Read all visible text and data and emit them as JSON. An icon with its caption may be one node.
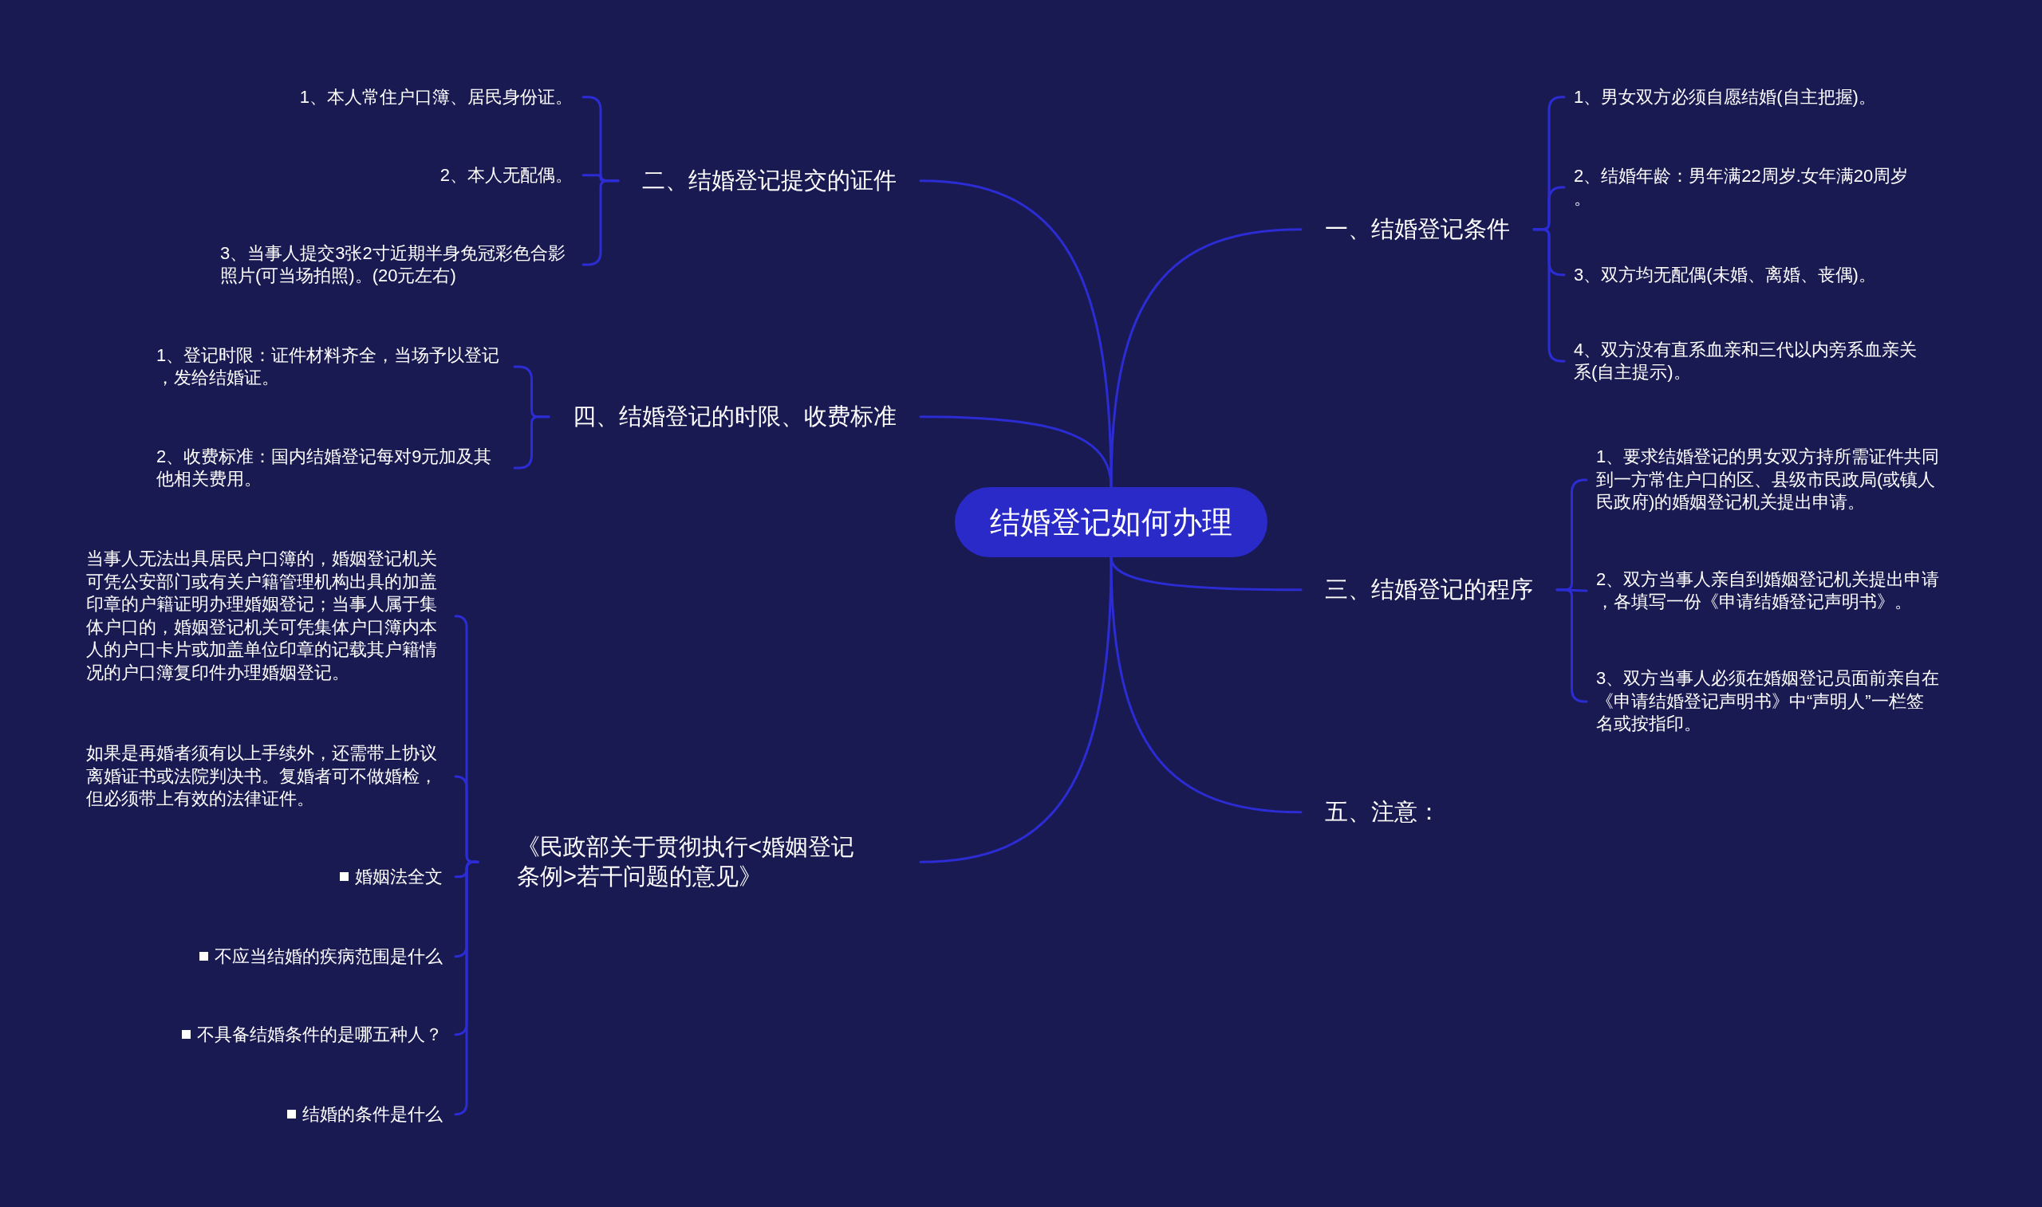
{
  "diagram": {
    "nodes": [
      {
        "text": [
          "结婚登记如何办理"
        ]
      },
      {
        "text": [
          "二、结婚登记提交的证件"
        ]
      },
      {
        "text": [
          "1、本人常住户口簿、居民身份证。"
        ]
      },
      {
        "text": [
          "2、本人无配偶。"
        ]
      },
      {
        "text": [
          "3、当事人提交3张2寸近期半身免冠彩色合影照片(可当场拍照)。(20元左右)"
        ]
      },
      {
        "text": [
          "四、结婚登记的时限、收费标准"
        ]
      },
      {
        "text": [
          "1、登记时限：证件材料齐全，当场予以登记，发给结婚证。"
        ]
      },
      {
        "text": [
          "2、收费标准：国内结婚登记每对9元加及其他相关费用。"
        ]
      },
      {
        "text": [
          "《民政部关于贯彻执行<婚姻登记条例>若干问题的意见》"
        ]
      },
      {
        "text": [
          "当事人无法出具居民户口簿的，婚姻登记机关可凭公安部门或有关户籍管理机构出具的加盖印章的户籍证明办理婚姻登记；当事人属于集体户口的，婚姻登记机关可凭集体户口簿内本人的户口卡片或加盖单位印章的记载其户籍情况的户口簿复印件办理婚姻登记。"
        ]
      },
      {
        "text": [
          "如果是再婚者须有以上手续外，还需带上协议离婚证书或法院判决书。复婚者可不做婚检，但必须带上有效的法律证件。"
        ]
      },
      {
        "text": [
          "婚姻法全文"
        ]
      },
      {
        "text": [
          "不应当结婚的疾病范围是什么"
        ]
      },
      {
        "text": [
          "不具备结婚条件的是哪五种人？"
        ]
      },
      {
        "text": [
          "结婚的条件是什么"
        ]
      },
      {
        "text": [
          "一、结婚登记条件"
        ]
      },
      {
        "text": [
          "1、男女双方必须自愿结婚(自主把握)。"
        ]
      },
      {
        "text": [
          "2、结婚年龄：男年满22周岁.女年满20周岁。"
        ]
      },
      {
        "text": [
          "3、双方均无配偶(未婚、离婚、丧偶)。"
        ]
      },
      {
        "text": [
          "4、双方没有直系血亲和三代以内旁系血亲关系(自主提示)。"
        ]
      },
      {
        "text": [
          "三、结婚登记的程序"
        ]
      },
      {
        "text": [
          "1、要求结婚登记的男女双方持所需证件共同到一方常住户口的区、县级市民政局(或镇人民政府)的婚姻登记机关提出申请。"
        ]
      },
      {
        "text": [
          "2、双方当事人亲自到婚姻登记机关提出申请，各填写一份《申请结婚登记声明书》。"
        ]
      },
      {
        "text": [
          "3、双方当事人必须在婚姻登记员面前亲自在《申请结婚登记声明书》中“声明人”一栏签名或按指印。"
        ]
      },
      {
        "text": [
          "五、注意："
        ]
      }
    ],
    "edges": [
      {
        "from": 0,
        "to": 1,
        "arrow": "none"
      },
      {
        "from": 1,
        "to": 2,
        "arrow": "none"
      },
      {
        "from": 1,
        "to": 3,
        "arrow": "none"
      },
      {
        "from": 1,
        "to": 4,
        "arrow": "none"
      },
      {
        "from": 0,
        "to": 5,
        "arrow": "none"
      },
      {
        "from": 5,
        "to": 6,
        "arrow": "none"
      },
      {
        "from": 5,
        "to": 7,
        "arrow": "none"
      },
      {
        "from": 0,
        "to": 8,
        "arrow": "none"
      },
      {
        "from": 8,
        "to": 9,
        "arrow": "none"
      },
      {
        "from": 8,
        "to": 10,
        "arrow": "none"
      },
      {
        "from": 8,
        "to": 11,
        "arrow": "none"
      },
      {
        "from": 8,
        "to": 12,
        "arrow": "none"
      },
      {
        "from": 8,
        "to": 13,
        "arrow": "none"
      },
      {
        "from": 8,
        "to": 14,
        "arrow": "none"
      },
      {
        "from": 0,
        "to": 15,
        "arrow": "none"
      },
      {
        "from": 15,
        "to": 16,
        "arrow": "none"
      },
      {
        "from": 15,
        "to": 17,
        "arrow": "none"
      },
      {
        "from": 15,
        "to": 18,
        "arrow": "none"
      },
      {
        "from": 15,
        "to": 19,
        "arrow": "none"
      },
      {
        "from": 0,
        "to": 20,
        "arrow": "none"
      },
      {
        "from": 20,
        "to": 21,
        "arrow": "none"
      },
      {
        "from": 20,
        "to": 22,
        "arrow": "none"
      },
      {
        "from": 20,
        "to": 23,
        "arrow": "none"
      },
      {
        "from": 0,
        "to": 24,
        "arrow": "none"
      }
    ]
  }
}
